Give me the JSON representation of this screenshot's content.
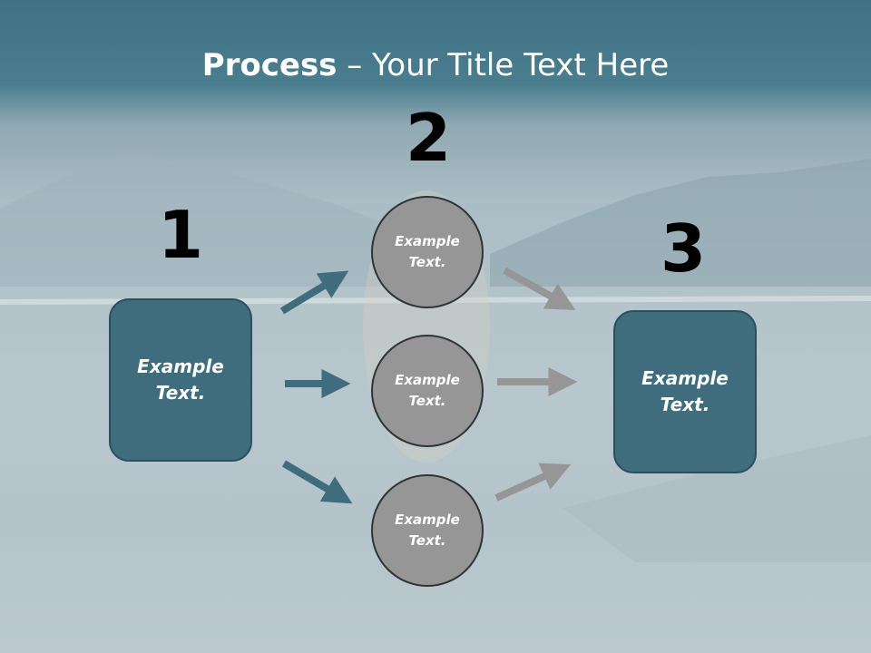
{
  "title": {
    "bold": "Process",
    "rest": " – Your Title Text Here"
  },
  "steps": [
    {
      "number": "1",
      "label_line1": "Example",
      "label_line2": "Text."
    },
    {
      "number": "2"
    },
    {
      "number": "3",
      "label_line1": "Example",
      "label_line2": "Text."
    }
  ],
  "circles": [
    {
      "label_line1": "Example",
      "label_line2": "Text."
    },
    {
      "label_line1": "Example",
      "label_line2": "Text."
    },
    {
      "label_line1": "Example",
      "label_line2": "Text."
    }
  ],
  "colors": {
    "header": "#3f7283",
    "box": "#3f6d7d",
    "circle": "#969696",
    "arrow_left": "#3f6d7d",
    "arrow_right": "#969696"
  }
}
